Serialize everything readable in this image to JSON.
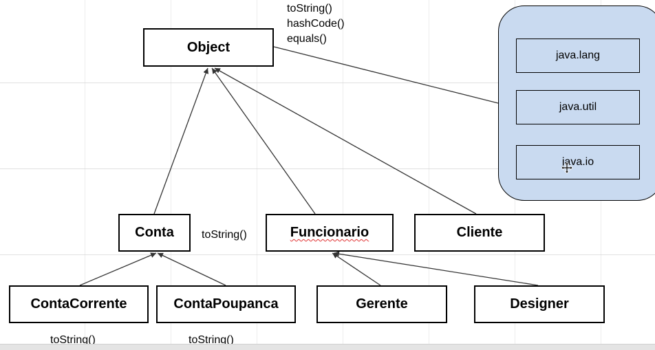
{
  "nodes": {
    "object": "Object",
    "conta": "Conta",
    "funcionario": "Funcionario",
    "cliente": "Cliente",
    "conta_corrente": "ContaCorrente",
    "conta_poupanca": "ContaPoupanca",
    "gerente": "Gerente",
    "designer": "Designer"
  },
  "object_methods": [
    "toString()",
    "hashCode()",
    "equals()"
  ],
  "notes": {
    "conta_method": "toString()",
    "conta_corrente_method": "toString()",
    "conta_poupanca_method": "toString()"
  },
  "packages": [
    "java.lang",
    "java.util",
    "java.io"
  ],
  "colors": {
    "panel_fill": "#c9daf0",
    "line": "#333333",
    "spellcheck": "#e03030"
  }
}
